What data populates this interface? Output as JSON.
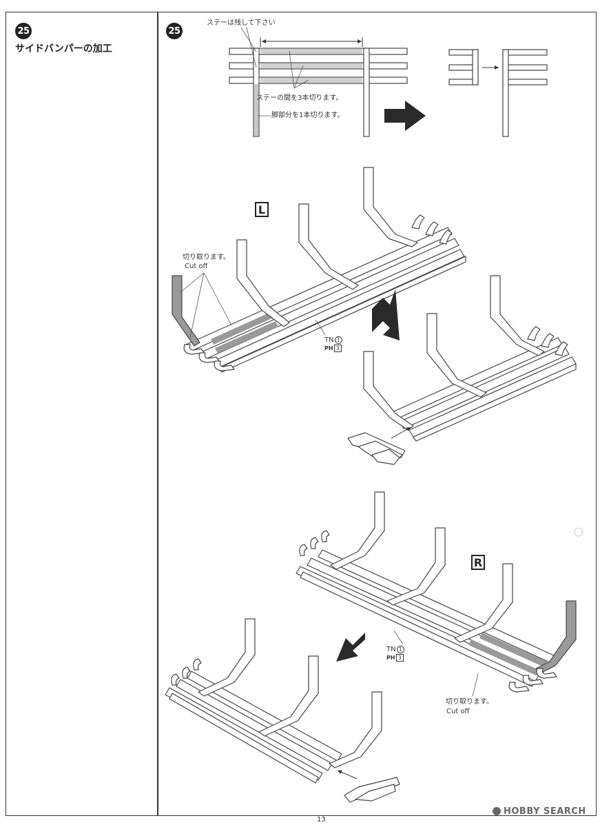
{
  "left_panel": {
    "step_number": "25",
    "title": "サイドバンパーの加工"
  },
  "right_panel": {
    "step_number": "25",
    "notes": {
      "keep_stays": "ステーは残して下さい",
      "cut_between": "ステーの間を3本切ります。",
      "cut_leg": "脚部分を1本切ります。",
      "cutoff_jp_left": "切り取ります。",
      "cutoff_en_left": "Cut off",
      "cutoff_jp_right": "切り取ります。",
      "cutoff_en_right": "Cut off"
    },
    "side_labels": {
      "left": "L",
      "right": "R"
    },
    "paint_codes": {
      "left": {
        "tn": "TN",
        "tn_num": "1",
        "ph": "PH",
        "ph_num": "3"
      },
      "right": {
        "tn": "TN",
        "tn_num": "1",
        "ph": "PH",
        "ph_num": "3"
      }
    }
  },
  "footer": {
    "page_number": "13",
    "watermark": "HOBBY SEARCH"
  }
}
